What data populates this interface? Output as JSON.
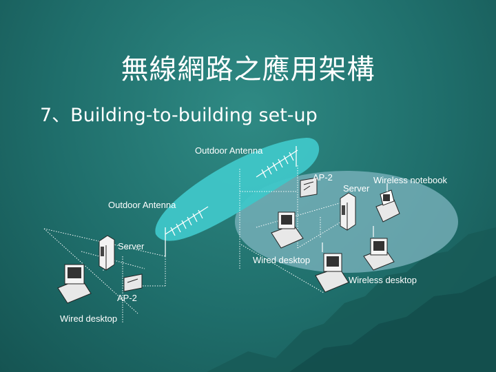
{
  "slide": {
    "title": "無線網路之應用架構",
    "subtitle": "7、Building-to-building set-up"
  },
  "diagram": {
    "labels": {
      "outdoor_antenna_right": "Outdoor Antenna",
      "ap_right": "AP-2",
      "server_right": "Server",
      "wireless_notebook": "Wireless notebook",
      "outdoor_antenna_left": "Outdoor Antenna",
      "server_left": "Server",
      "wired_desktop_center": "Wired desktop",
      "wireless_desktop": "Wireless desktop",
      "ap_left": "AP-2",
      "wired_desktop_left": "Wired desktop"
    }
  },
  "colors": {
    "background": "#1f6e6b",
    "beam": "#3fc6c8",
    "cell": "#7fb6c0",
    "text": "#ffffff"
  }
}
